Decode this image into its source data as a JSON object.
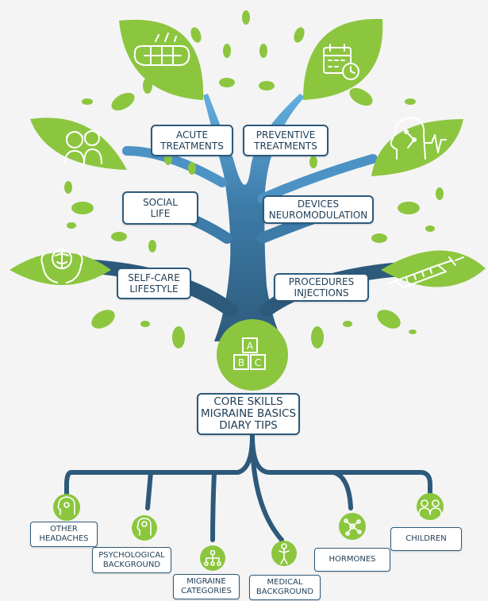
{
  "colors": {
    "leaf": "#8cc63f",
    "leaf_dark": "#6fa82c",
    "trunk_dark": "#2d5a7b",
    "trunk_light": "#5aa4d6",
    "label_border": "#2d5a7b",
    "label_text": "#1f3d56",
    "background": "#f4f4f4"
  },
  "center_icon": {
    "icon": "abc-blocks-icon",
    "letters": [
      "A",
      "B",
      "C"
    ]
  },
  "leaf_icons": [
    "teeth-clench-icon",
    "calendar-clock-icon",
    "family-icon",
    "head-brain-circuit-icon",
    "hands-brain-icon",
    "syringe-icon"
  ],
  "branches": {
    "acute": [
      "ACUTE",
      "TREATMENTS"
    ],
    "preventive": [
      "PREVENTIVE",
      "TREATMENTS"
    ],
    "social": [
      "SOCIAL",
      "LIFE"
    ],
    "devices": [
      "DEVICES",
      "NEUROMODULATION"
    ],
    "selfcare": [
      "SELF-CARE",
      "LIFESTYLE"
    ],
    "procedures": [
      "PROCEDURES",
      "INJECTIONS"
    ]
  },
  "core": [
    "CORE SKILLS",
    "MIGRAINE BASICS",
    "DIARY TIPS"
  ],
  "roots": {
    "other": [
      "OTHER",
      "HEADACHES"
    ],
    "psych": [
      "PSYCHOLOGICAL",
      "BACKGROUND"
    ],
    "categories": [
      "MIGRAINE",
      "CATEGORIES"
    ],
    "medical": [
      "MEDICAL",
      "BACKGROUND"
    ],
    "hormones": [
      "HORMONES"
    ],
    "children": [
      "CHILDREN"
    ]
  },
  "root_icons": [
    "brain-head-icon",
    "lightbulb-head-icon",
    "hierarchy-icon",
    "person-body-icon",
    "molecule-icon",
    "children-icon"
  ]
}
